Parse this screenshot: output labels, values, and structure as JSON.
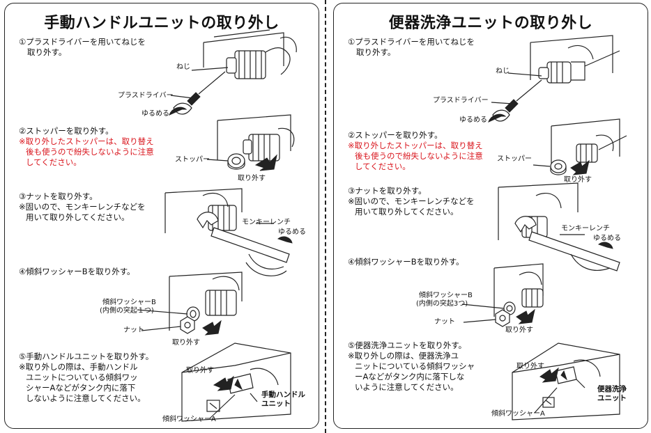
{
  "left": {
    "title": "手動ハンドルユニットの取り外し",
    "steps": [
      {
        "text": "①プラスドライバーを用いてねじを",
        "text2": "取り外す。"
      },
      {
        "text": "②ストッパーを取り外す。",
        "red1": "※取り外したストッパーは、取り替え",
        "red2": "後も使うので紛失しないように注意",
        "red3": "してください。"
      },
      {
        "text": "③ナットを取り外す。",
        "note1": "※固いので、モンキーレンチなどを",
        "note2": "用いて取り外してください。"
      },
      {
        "text": "④傾斜ワッシャーBを取り外す。"
      },
      {
        "text": "⑤手動ハンドルユニットを取り外す。",
        "note1": "※取り外しの際は、手動ハンドル",
        "note2": "ユニットについている傾斜ワッ",
        "note3": "シャーAなどがタンク内に落下",
        "note4": "しないように注意してください。"
      }
    ],
    "labels": {
      "screw": "ねじ",
      "driver": "プラスドライバー",
      "loosen1": "ゆるめる",
      "stopper": "ストッパー",
      "remove1": "取り外す",
      "wrench": "モンキーレンチ",
      "loosen2": "ゆるめる",
      "washerB": "傾斜ワッシャーB",
      "washerB_note": "(内側の突起１つ)",
      "nut": "ナット",
      "remove2": "取り外す",
      "remove3": "取り外す",
      "unit1": "手動ハンドル",
      "unit2": "ユニット",
      "washerA": "傾斜ワッシャーA"
    }
  },
  "right": {
    "title": "便器洗浄ユニットの取り外し",
    "steps": [
      {
        "text": "①プラスドライバーを用いてねじを",
        "text2": "取り外す。"
      },
      {
        "text": "②ストッパーを取り外す。",
        "red1": "※取り外したストッパーは、取り替え",
        "red2": "後も使うので紛失しないように注意",
        "red3": "してください。"
      },
      {
        "text": "③ナットを取り外す。",
        "note1": "※固いので、モンキーレンチなどを",
        "note2": "用いて取り外してください。"
      },
      {
        "text": "④傾斜ワッシャーBを取り外す。"
      },
      {
        "text": "⑤便器洗浄ユニットを取り外す。",
        "note1": "※取り外しの際は、便器洗浄ユ",
        "note2": "ニットについている傾斜ワッシャ",
        "note3": "ーAなどがタンク内に落下しな",
        "note4": "いように注意してください。"
      }
    ],
    "labels": {
      "screw": "ねじ",
      "driver": "プラスドライバー",
      "loosen1": "ゆるめる",
      "stopper": "ストッパー",
      "remove1": "取り外す",
      "wrench": "モンキーレンチ",
      "loosen2": "ゆるめる",
      "washerB": "傾斜ワッシャーB",
      "washerB_note": "(内側の突起3つ)",
      "nut": "ナット",
      "remove2": "取り外す",
      "remove3": "取り外す",
      "unit1": "便器洗浄",
      "unit2": "ユニット",
      "washerA": "傾斜ワッシャーA"
    }
  }
}
